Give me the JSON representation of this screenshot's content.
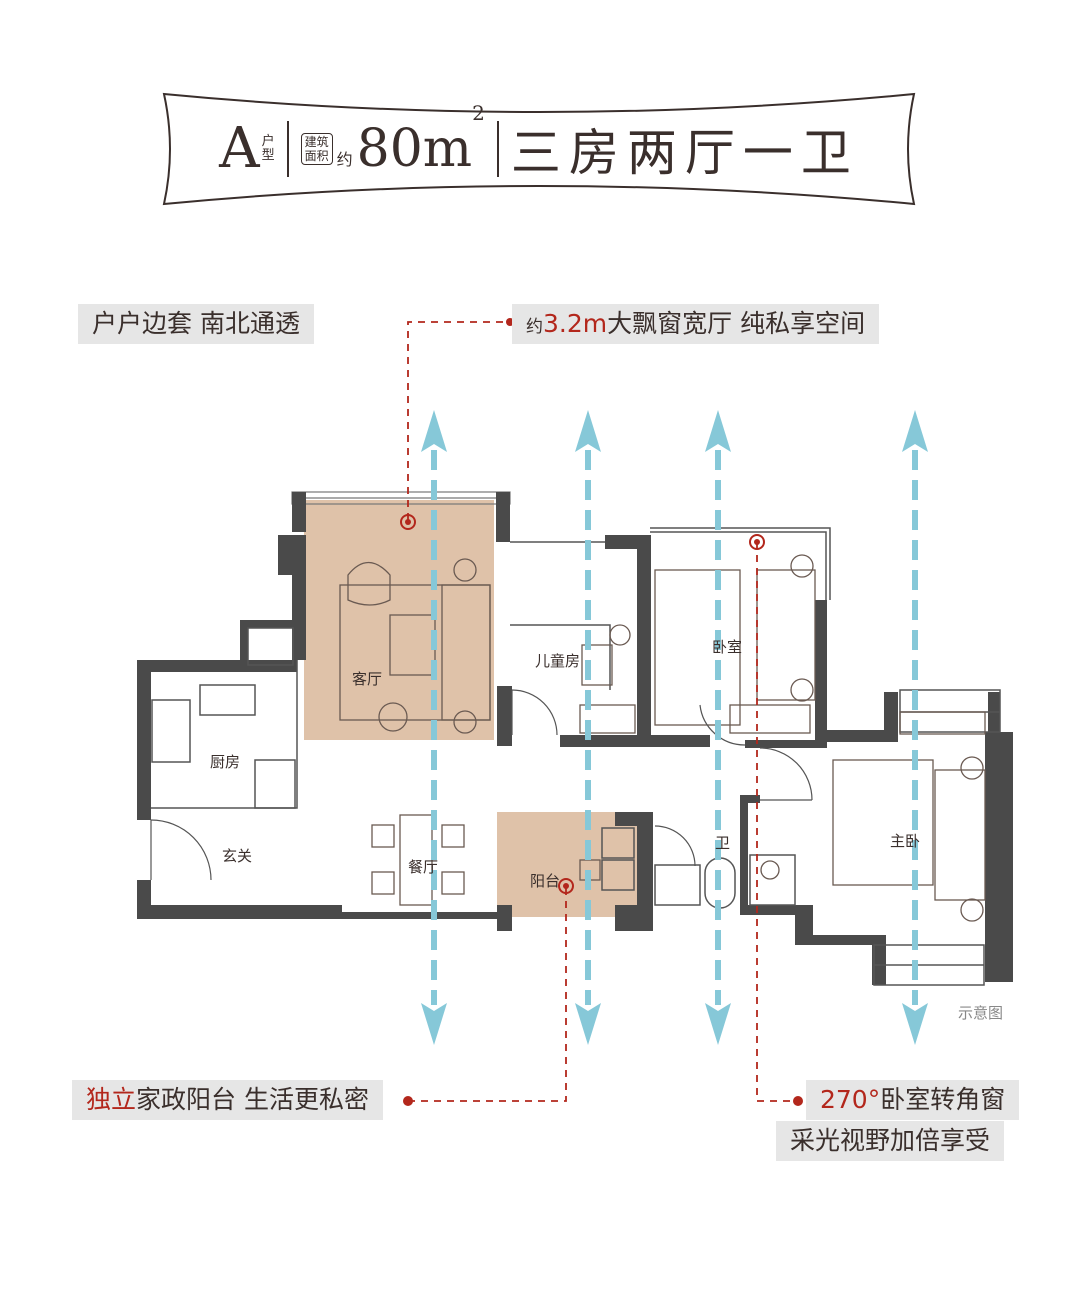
{
  "title": {
    "unit_letter": "A",
    "unit_small_1": "户",
    "unit_small_2": "型",
    "area_box_1": "建筑",
    "area_box_2": "面积",
    "approx": "约",
    "area_value": "80m",
    "area_sup": "2",
    "layout": "三房两厅一卫"
  },
  "tags": {
    "top_left": "户户边套 南北通透",
    "top_right_prefix": "约",
    "top_right_highlight": "3.2m",
    "top_right_rest": "大飘窗宽厅 纯私享空间",
    "bottom_left_highlight": "独立",
    "bottom_left_rest": "家政阳台 生活更私密",
    "bottom_right_highlight": "270°",
    "bottom_right_rest": "卧室转角窗",
    "bottom_right_line2": "采光视野加倍享受"
  },
  "rooms": {
    "living": "客厅",
    "kids": "儿童房",
    "bedroom": "卧室",
    "kitchen": "厨房",
    "entry": "玄关",
    "dining": "餐厅",
    "balcony": "阳台",
    "bathroom": "卫",
    "master": "主卧"
  },
  "note": "示意图",
  "colors": {
    "wall": "#4a4a4a",
    "accent_fill": "#dfc2a9",
    "arrow": "#86c8d8",
    "callout": "#b3271c",
    "tag_bg": "#e6e6e6"
  }
}
